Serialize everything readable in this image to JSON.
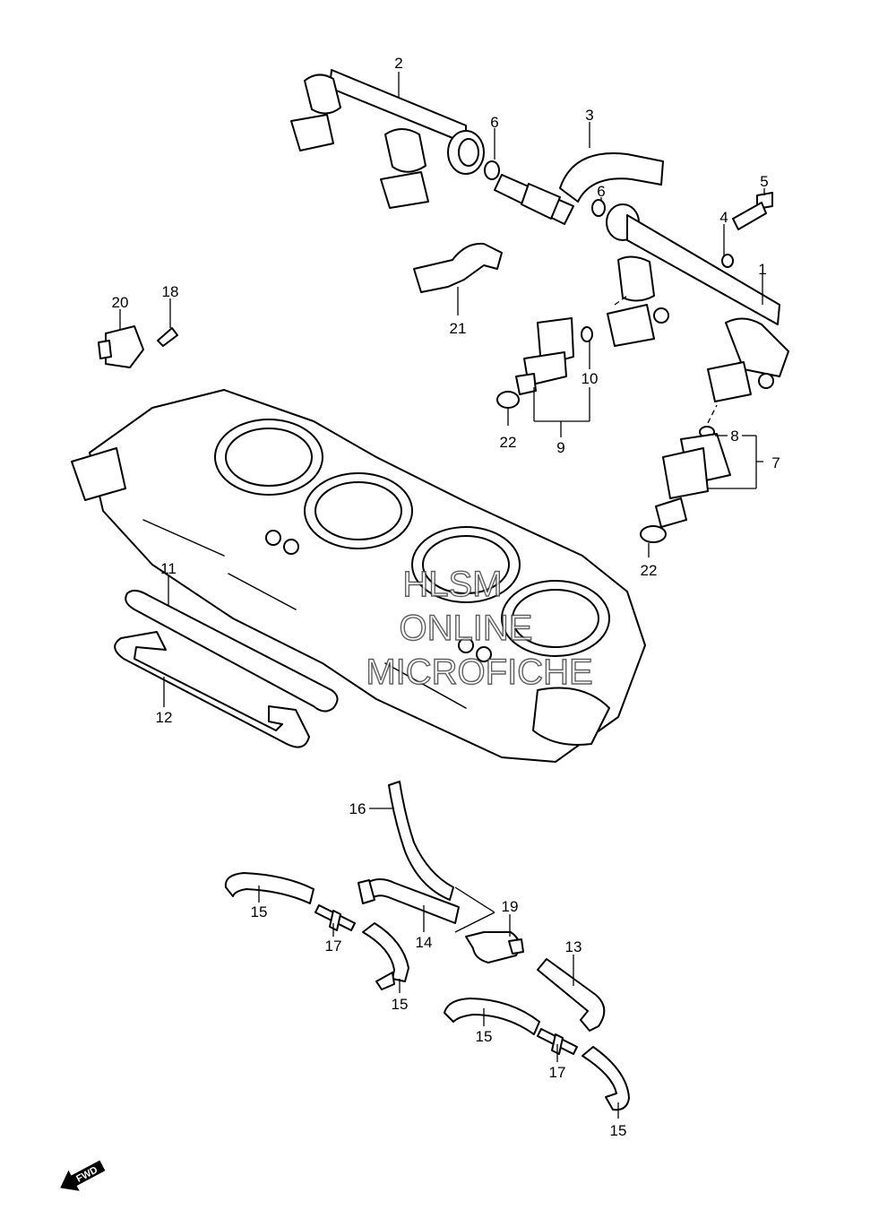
{
  "callouts": {
    "c1": "1",
    "c2": "2",
    "c3": "3",
    "c4": "4",
    "c5": "5",
    "c6a": "6",
    "c6b": "6",
    "c7": "7",
    "c8": "8",
    "c9": "9",
    "c10": "10",
    "c11": "11",
    "c12": "12",
    "c13": "13",
    "c14": "14",
    "c15a": "15",
    "c15b": "15",
    "c15c": "15",
    "c15d": "15",
    "c16": "16",
    "c17a": "17",
    "c17b": "17",
    "c18": "18",
    "c19": "19",
    "c20": "20",
    "c21": "21",
    "c22a": "22",
    "c22b": "22"
  },
  "watermark": {
    "line1": "HLSM",
    "line2": "ONLINE",
    "line3": "MICROFICHE"
  },
  "fwd_label": "FWD"
}
